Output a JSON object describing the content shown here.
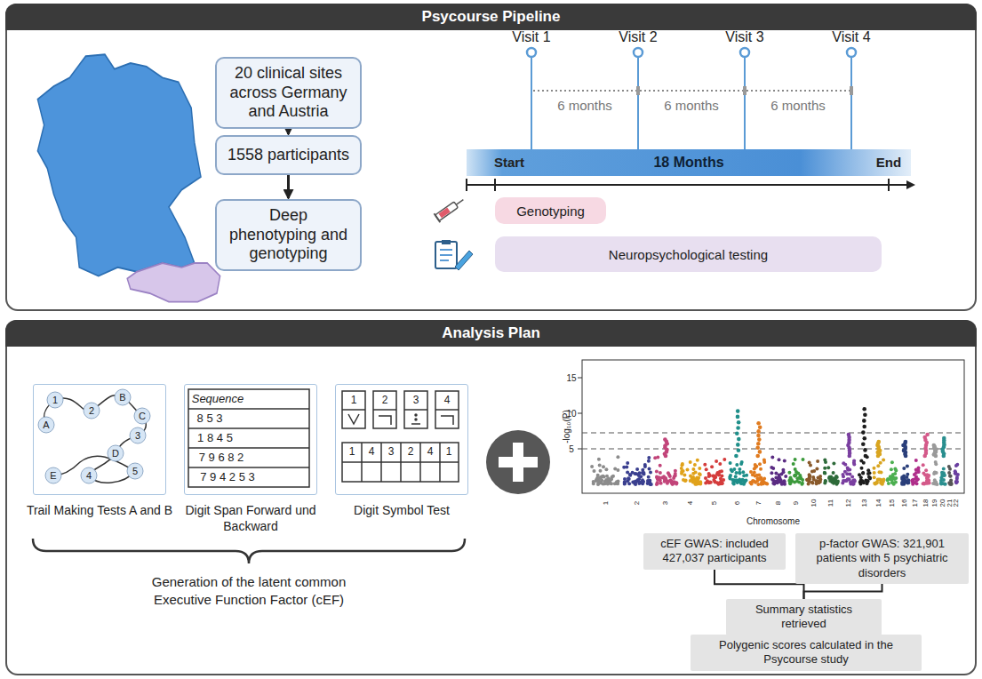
{
  "diagram": {
    "nodes": [
      {
        "text": [
          "Psycourse Pipeline"
        ]
      },
      {
        "text": [
          "20 clinical sites across Germany and Austria"
        ],
        "in": 0
      },
      {
        "text": [
          "1558 participants"
        ],
        "in": 0
      },
      {
        "text": [
          "Deep phenotyping and genotyping"
        ],
        "in": 0
      },
      {
        "text": [
          "Genotyping"
        ],
        "in": 0
      },
      {
        "text": [
          "Neuropsychological testing"
        ],
        "in": 0
      },
      {
        "text": [
          "Analysis Plan"
        ]
      },
      {
        "text": [
          "Trail Making Tests A and B"
        ],
        "in": 6
      },
      {
        "text": [
          "Digit Span Forward und Backward"
        ],
        "in": 6
      },
      {
        "text": [
          "Digit Symbol Test"
        ],
        "in": 6
      },
      {
        "text": [
          "cEF GWAS: included 427,037 participants"
        ],
        "in": 6
      },
      {
        "text": [
          "p-factor GWAS: 321,901 patients with 5 psychiatric disorders"
        ],
        "in": 6
      },
      {
        "text": [
          "Summary statistics retrieved"
        ],
        "in": 6
      },
      {
        "text": [
          "Polygenic scores calculated in the Psycourse study"
        ],
        "in": 6
      }
    ],
    "edges": [
      {
        "from": 1,
        "to": 2,
        "arrow": "to"
      },
      {
        "from": 2,
        "to": 3,
        "arrow": "to"
      },
      {
        "from": 10,
        "to": 12,
        "arrow": "none"
      },
      {
        "from": 11,
        "to": 12,
        "arrow": "none"
      },
      {
        "from": 12,
        "to": 13,
        "arrow": "to"
      }
    ],
    "labels": [
      "Visit 1",
      "Visit 2",
      "Visit 3",
      "Visit 4",
      "6 months",
      "6 months",
      "6 months",
      "Start",
      "18 Months",
      "End",
      "1",
      "2",
      "B",
      "C",
      "A",
      "3",
      "D",
      "E",
      "4",
      "5",
      "Sequence",
      "8 5 3",
      "1 8 4 5",
      "7 9 6 8 2",
      "7 9 4 2 5 3",
      "1",
      "2",
      "3",
      "4",
      "1",
      "4",
      "3",
      "2",
      "4",
      "1",
      "Generation of the latent common Executive Function Factor (cEF)",
      "-log₁₀(P)",
      "Chromosome",
      "15",
      "10",
      "5",
      "1",
      "2",
      "3",
      "4",
      "5",
      "6",
      "7",
      "8",
      "9",
      "10",
      "11",
      "12",
      "13",
      "14",
      "15",
      "16",
      "17",
      "18",
      "19",
      "20",
      "21",
      "22"
    ]
  }
}
